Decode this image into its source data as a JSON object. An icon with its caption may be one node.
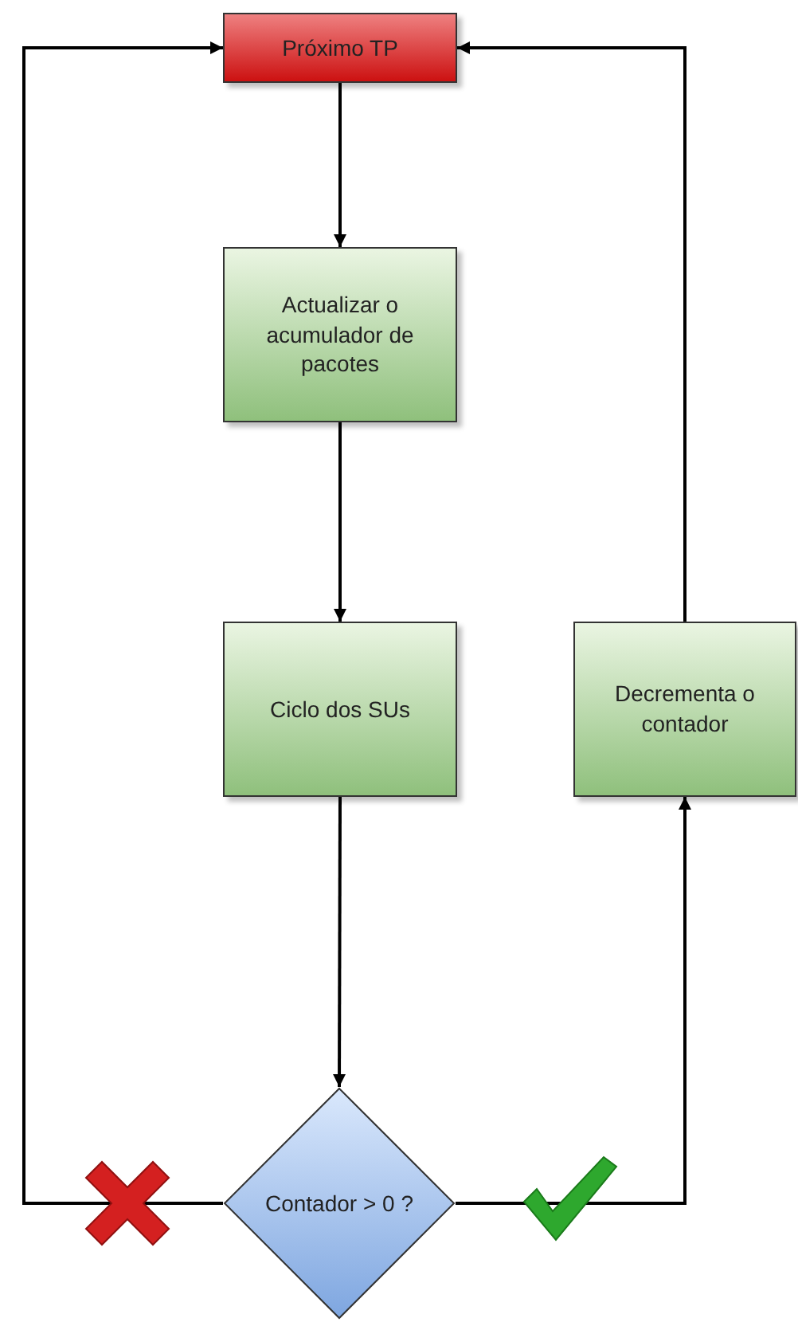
{
  "diagram": {
    "nodes": [
      {
        "text": [
          "Próximo TP"
        ]
      },
      {
        "text": [
          "Actualizar o acumulador de pacotes"
        ]
      },
      {
        "text": [
          "Ciclo dos SUs"
        ]
      },
      {
        "text": [
          "Contador > 0 ?"
        ]
      },
      {
        "text": [
          "Decrementa o contador"
        ]
      }
    ],
    "edges": [
      {
        "from": 0,
        "to": 1,
        "arrow": "to"
      },
      {
        "from": 1,
        "to": 2,
        "arrow": "to"
      },
      {
        "from": 2,
        "to": 3,
        "arrow": "to"
      },
      {
        "from": 3,
        "to": 0,
        "arrow": "to"
      },
      {
        "from": 3,
        "to": 4,
        "arrow": "to"
      },
      {
        "from": 4,
        "to": 0,
        "arrow": "to"
      }
    ]
  }
}
